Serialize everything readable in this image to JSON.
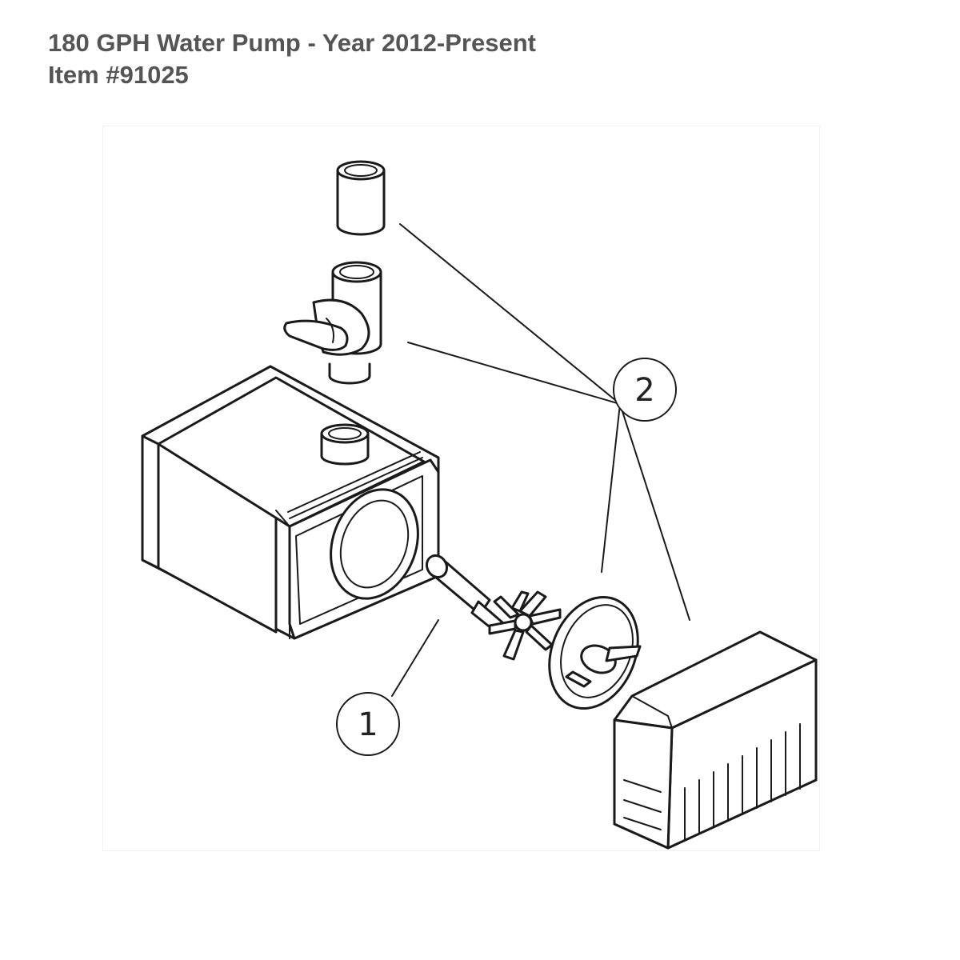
{
  "header": {
    "title_line1": "180 GPH Water Pump - Year 2012-Present",
    "title_line2": "Item #91025"
  },
  "callouts": [
    {
      "id": "1",
      "label": "1"
    },
    {
      "id": "2",
      "label": "2"
    }
  ],
  "colors": {
    "title": "#555555",
    "line": "#1a1a1a",
    "background": "#ffffff"
  }
}
